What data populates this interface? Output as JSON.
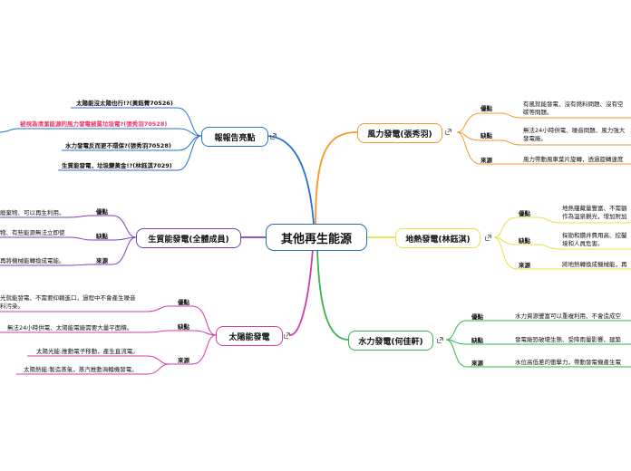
{
  "root": "其他再生能源",
  "colors": {
    "root": "#2d6fb3",
    "wind": "#f29a2e",
    "geo": "#e8e14a",
    "hydro": "#38b24a",
    "solar": "#d63aa9",
    "bio": "#7b3fc2",
    "report": "#2a6fd6",
    "pink_text": "#e63b6a"
  },
  "wind": {
    "title": "風力發電(張秀羽)",
    "adv_label": "優點",
    "adv_text": [
      "有風就能發電、沒有燃料問題、沒有空",
      "碳等問題。"
    ],
    "dis_label": "缺點",
    "dis_text": [
      "無法24小時供電、噪音問題、風力強大",
      "發電廠。"
    ],
    "src_label": "來源",
    "src_text": "風力帶動風車葉片旋轉，透過旋轉速度"
  },
  "geo": {
    "title": "地熱發電(林鈺淇)",
    "adv_label": "優點",
    "adv_text": [
      "地熱蘊藏量豐富、不需額",
      "作為溫泉觀光，增加附加"
    ],
    "dis_label": "缺點",
    "dis_text": [
      "探勘和鑽井費用高、挖鑿",
      "境和人員危害。"
    ],
    "src_label": "來源",
    "src_text": "將地熱轉換成機械能，再"
  },
  "hydro": {
    "title": "水力發電(何佳軒)",
    "adv_label": "優點",
    "adv_text": "水力資源豐富可以重複利用、不會造成空",
    "dis_label": "缺點",
    "dis_text": "發電廠恐破壞生態、受降雨量影響、建築",
    "src_label": "來源",
    "src_text": "水位高低差的衝擊力，帶動發電機產生電"
  },
  "solar": {
    "title": "太陽能發電",
    "adv_label": "優點",
    "adv_text": [
      "光就能發電、不需要仰賴進口，過程中不會產生噪音",
      "料污染。"
    ],
    "dis_label": "缺點",
    "dis_text": "無法24小時供電、太陽能電廠需要大量平面積。",
    "src_label": "來源",
    "src_items": [
      "太陽光能:推動電子移動，產生直流電。",
      "太陽熱能:製造蒸氣，蒸汽推動渦輪機發電。"
    ]
  },
  "bio": {
    "title": "生質能發電(全體成員)",
    "adv_label": "優點",
    "adv_text": "廢棄物、可以再生利用。",
    "dis_label": "缺點",
    "dis_text": "物、有些能源無法立即使",
    "src_label": "來源",
    "src_text": "再將機械能轉換成電能。"
  },
  "report": {
    "title": "報報告亮點",
    "items": [
      "太陽能沒太陽也行!?(黃鈺菁70526)",
      "被視為清潔能源的風力發電被罵垃圾電?(張秀羽70528)",
      "水力發電反而更不環保?(張秀羽70528)",
      "生質能發電，垃圾變黃金!?(林鈺淇7029)"
    ]
  }
}
